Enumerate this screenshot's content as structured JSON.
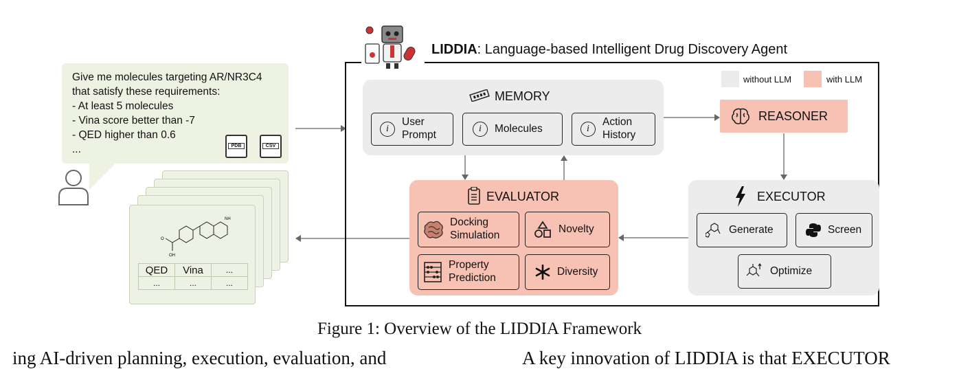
{
  "query": {
    "lines": [
      "Give me molecules targeting AR/NR3C4",
      "that satisfy these requirements:",
      "- At least 5 molecules",
      "- Vina score better than -7",
      "- QED higher than 0.6",
      "..."
    ],
    "files": [
      "PDB",
      "CSV"
    ]
  },
  "title": {
    "bold": "LIDDIA",
    "rest": ": Language-based Intelligent Drug Discovery Agent"
  },
  "legend": {
    "without": "without LLM",
    "with": "with LLM"
  },
  "memory": {
    "title": "MEMORY",
    "items": [
      {
        "line1": "User",
        "line2": "Prompt"
      },
      {
        "line1": "Molecules",
        "line2": ""
      },
      {
        "line1": "Action",
        "line2": "History"
      }
    ],
    "info_icon": "i"
  },
  "reasoner": {
    "title": "REASONER"
  },
  "executor": {
    "title": "EXECUTOR",
    "items": [
      "Generate",
      "Screen",
      "Optimize"
    ]
  },
  "evaluator": {
    "title": "EVALUATOR",
    "items": [
      {
        "line1": "Docking",
        "line2": "Simulation"
      },
      {
        "line1": "Novelty",
        "line2": ""
      },
      {
        "line1": "Property",
        "line2": "Prediction"
      },
      {
        "line1": "Diversity",
        "line2": ""
      }
    ]
  },
  "results": {
    "headers": [
      "QED",
      "Vina",
      "..."
    ],
    "row": [
      "...",
      "...",
      "..."
    ],
    "molecule_labels": {
      "nh": "NH",
      "oh": "OH",
      "o": "O"
    }
  },
  "caption": "Figure 1: Overview of the LIDDIA Framework",
  "body_text": {
    "left": "ing AI-driven planning, execution, evaluation, and",
    "right": "A key innovation of LIDDIA is that EXECUTOR"
  },
  "icons": {
    "user": "user-icon",
    "robot": "robot-logo",
    "memory": "memory-chip-icon",
    "brain": "brain-icon",
    "lightning": "lightning-icon",
    "clipboard": "clipboard-icon"
  }
}
